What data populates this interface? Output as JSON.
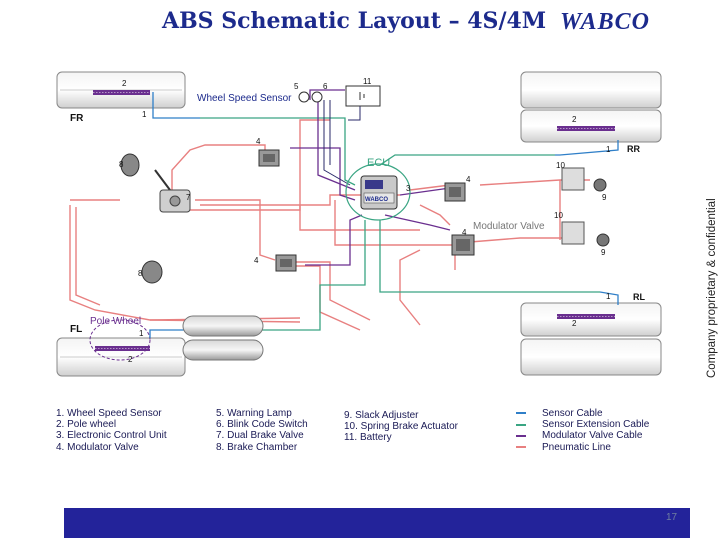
{
  "title": "ABS Schematic Layout – 4S/4M",
  "brand": "WABCO",
  "side_note": "Company proprietary & confidential",
  "labels": {
    "fr": "FR",
    "fl": "FL",
    "rr": "RR",
    "rl": "RL",
    "wheel_speed_sensor": "Wheel Speed Sensor",
    "pole_wheel": "Pole Wheel",
    "ecu": "ECU",
    "ecu_brand": "WABCO",
    "modulator_valve": "Modulator Valve"
  },
  "callouts": {
    "n1": "1",
    "n2": "2",
    "n3": "3",
    "n4": "4",
    "n5": "5",
    "n6": "6",
    "n7": "7",
    "n8": "8",
    "n9": "9",
    "n10": "10",
    "n11": "11"
  },
  "legend": {
    "col1": [
      "1. Wheel Speed Sensor",
      "2. Pole wheel",
      "3. Electronic Control Unit",
      "4. Modulator Valve"
    ],
    "col2": [
      "5. Warning Lamp",
      "6. Blink Code Switch",
      "7. Dual Brake Valve",
      "8. Brake Chamber"
    ],
    "col3": [
      "9. Slack Adjuster",
      "10. Spring Brake Actuator",
      "11. Battery"
    ],
    "cables": [
      {
        "label": "Sensor Cable",
        "color": "#2f7fc8"
      },
      {
        "label": "Sensor Extension Cable",
        "color": "#3aa583"
      },
      {
        "label": "Modulator Valve Cable",
        "color": "#6a2f8f"
      },
      {
        "label": "Pneumatic Line",
        "color": "#e88080"
      }
    ]
  },
  "colors": {
    "title": "#1c2a8c",
    "sensor_cable": "#2f7fc8",
    "sensor_extension_cable": "#3aa583",
    "modulator_valve_cable": "#6a2f8f",
    "pneumatic_line": "#e88080",
    "footer": "#23239a"
  },
  "page_number": "17"
}
